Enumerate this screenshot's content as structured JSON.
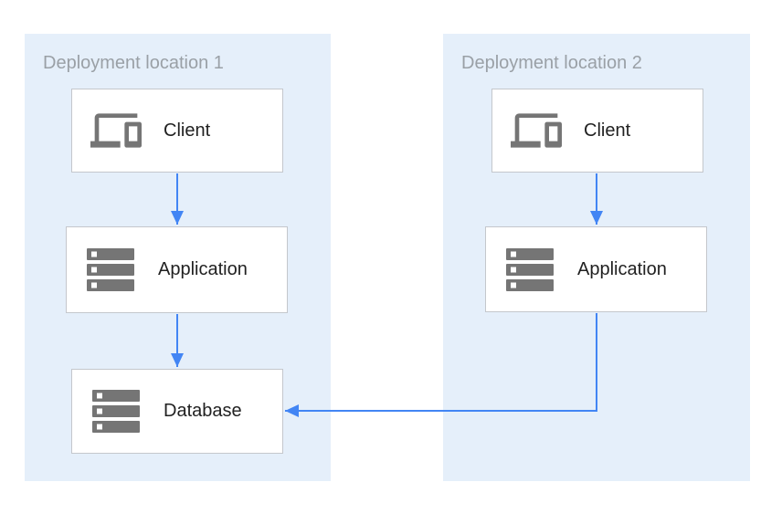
{
  "colors": {
    "zone_fill": "#e5effa",
    "arrow_blue": "#4285f4",
    "node_border": "#c4c7cc",
    "icon_gray": "#757575",
    "zone_title_gray": "#9aa0a6",
    "node_label_text": "#212121",
    "canvas_background": "#ffffff"
  },
  "diagram": {
    "zones": [
      {
        "title": "Deployment location 1",
        "nodes": [
          {
            "id": "client-1",
            "label": "Client",
            "icon": "devices-icon"
          },
          {
            "id": "application-1",
            "label": "Application",
            "icon": "server-icon"
          },
          {
            "id": "database-1",
            "label": "Database",
            "icon": "server-icon"
          }
        ]
      },
      {
        "title": "Deployment location 2",
        "nodes": [
          {
            "id": "client-2",
            "label": "Client",
            "icon": "devices-icon"
          },
          {
            "id": "application-2",
            "label": "Application",
            "icon": "server-icon"
          }
        ]
      }
    ],
    "edges": [
      {
        "from": "client-1",
        "to": "application-1",
        "shape": "straight-down"
      },
      {
        "from": "application-1",
        "to": "database-1",
        "shape": "straight-down"
      },
      {
        "from": "client-2",
        "to": "application-2",
        "shape": "straight-down"
      },
      {
        "from": "application-2",
        "to": "database-1",
        "shape": "down-then-left"
      }
    ]
  }
}
